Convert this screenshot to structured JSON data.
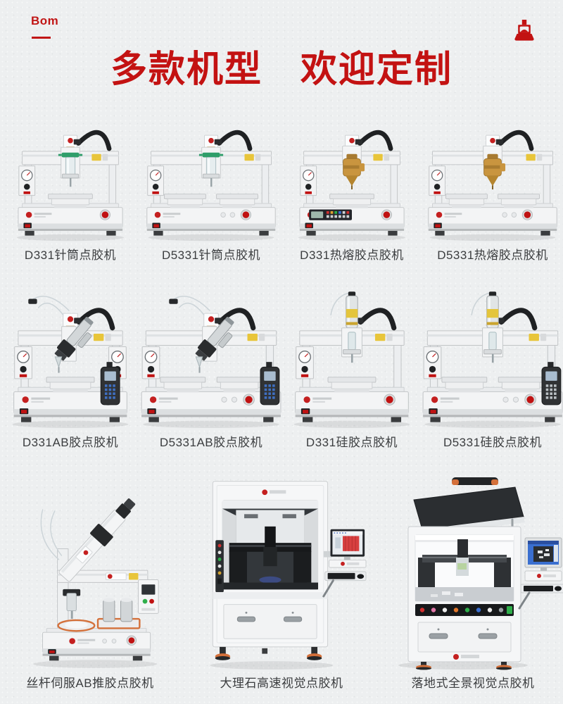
{
  "colors": {
    "accent_red": "#c21212",
    "background": "#edeff0",
    "label_text": "#3b3d3f",
    "machine_gold": "#c9953f",
    "accent_orange": "#d4703a"
  },
  "header": {
    "brand": "Bom",
    "icon": "dispensing-machine-icon"
  },
  "title": "多款机型　欢迎定制",
  "products": [
    {
      "label": "D331针筒点胶机",
      "image": "desktop-syringe"
    },
    {
      "label": "D5331针筒点胶机",
      "image": "desktop-syringe-wide"
    },
    {
      "label": "D331热熔胶点胶机",
      "image": "desktop-hotmelt"
    },
    {
      "label": "D5331热熔胶点胶机",
      "image": "desktop-hotmelt-wide"
    },
    {
      "label": "D331AB胶点胶机",
      "image": "desktop-ab"
    },
    {
      "label": "D5331AB胶点胶机",
      "image": "desktop-ab-wide"
    },
    {
      "label": "D331硅胶点胶机",
      "image": "desktop-silicone"
    },
    {
      "label": "D5331硅胶点胶机",
      "image": "desktop-silicone-wide"
    },
    {
      "label": "丝杆伺服AB推胶点胶机",
      "image": "servo-ab-arm"
    },
    {
      "label": "大理石高速视觉点胶机",
      "image": "marble-vision"
    },
    {
      "label": "落地式全景视觉点胶机",
      "image": "floor-vision"
    }
  ]
}
